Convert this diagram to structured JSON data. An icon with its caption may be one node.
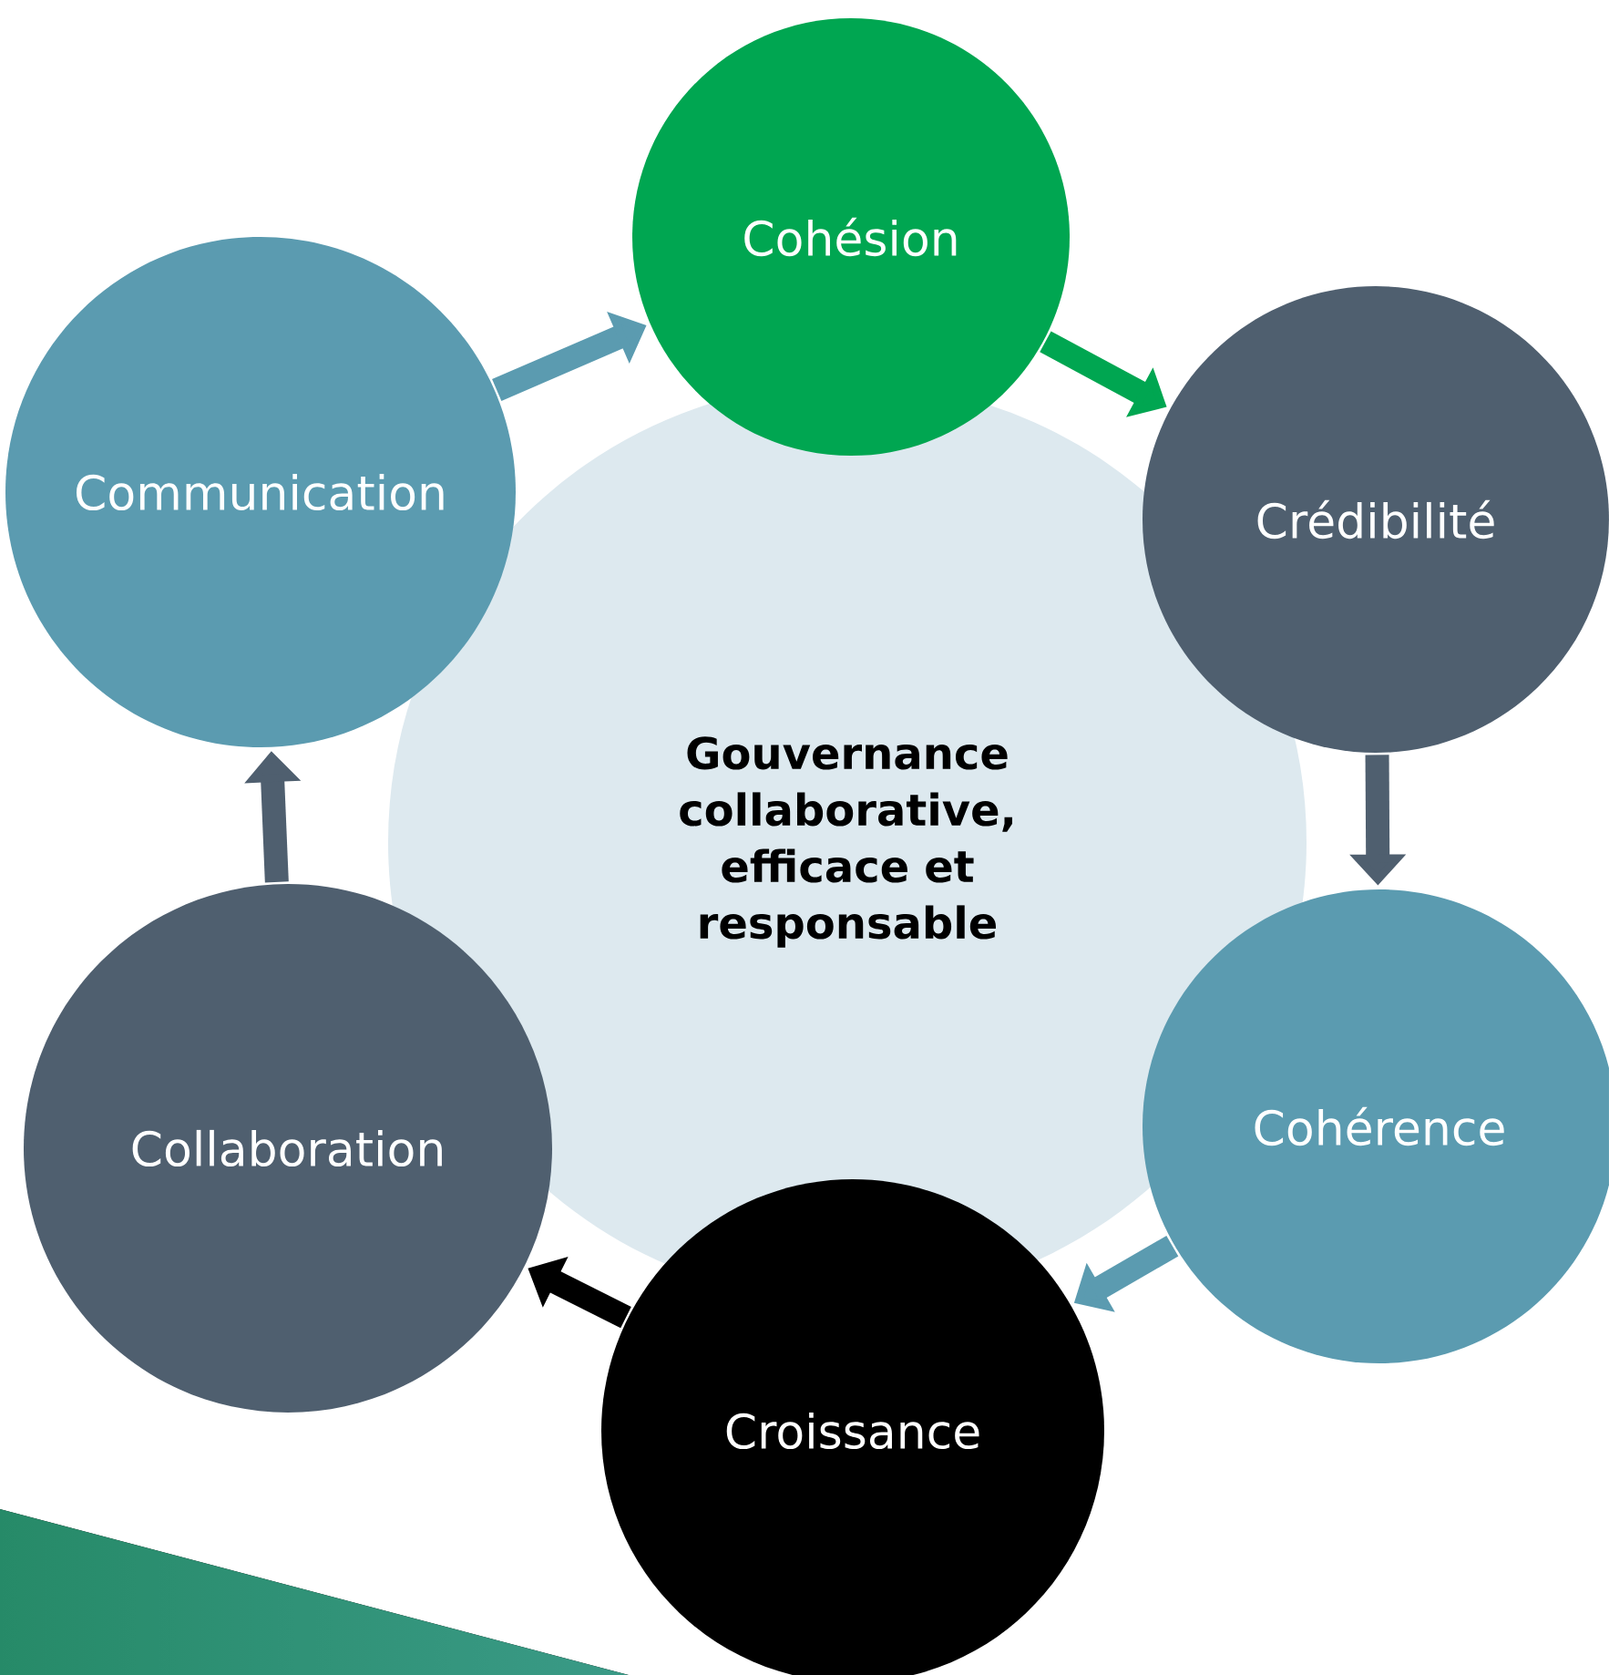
{
  "diagram": {
    "nodes": [
      {
        "text": [
          "Gouvernance collaborative, efficace et responsable"
        ]
      },
      {
        "text": [
          "Cohésion"
        ]
      },
      {
        "text": [
          "Crédibilité"
        ]
      },
      {
        "text": [
          "Cohérence"
        ]
      },
      {
        "text": [
          "Croissance"
        ]
      },
      {
        "text": [
          "Collaboration"
        ]
      },
      {
        "text": [
          "Communication"
        ]
      }
    ],
    "edges": [
      {
        "from": 6,
        "to": 1,
        "arrow": "to",
        "color": "#5b9bb0"
      },
      {
        "from": 1,
        "to": 2,
        "arrow": "to",
        "color": "#00a651"
      },
      {
        "from": 2,
        "to": 3,
        "arrow": "to",
        "color": "#4f5f6f"
      },
      {
        "from": 3,
        "to": 4,
        "arrow": "to",
        "color": "#5b9bb0"
      },
      {
        "from": 4,
        "to": 5,
        "arrow": "to",
        "color": "#000000"
      },
      {
        "from": 5,
        "to": 6,
        "arrow": "to",
        "color": "#4f5f6f"
      }
    ]
  }
}
